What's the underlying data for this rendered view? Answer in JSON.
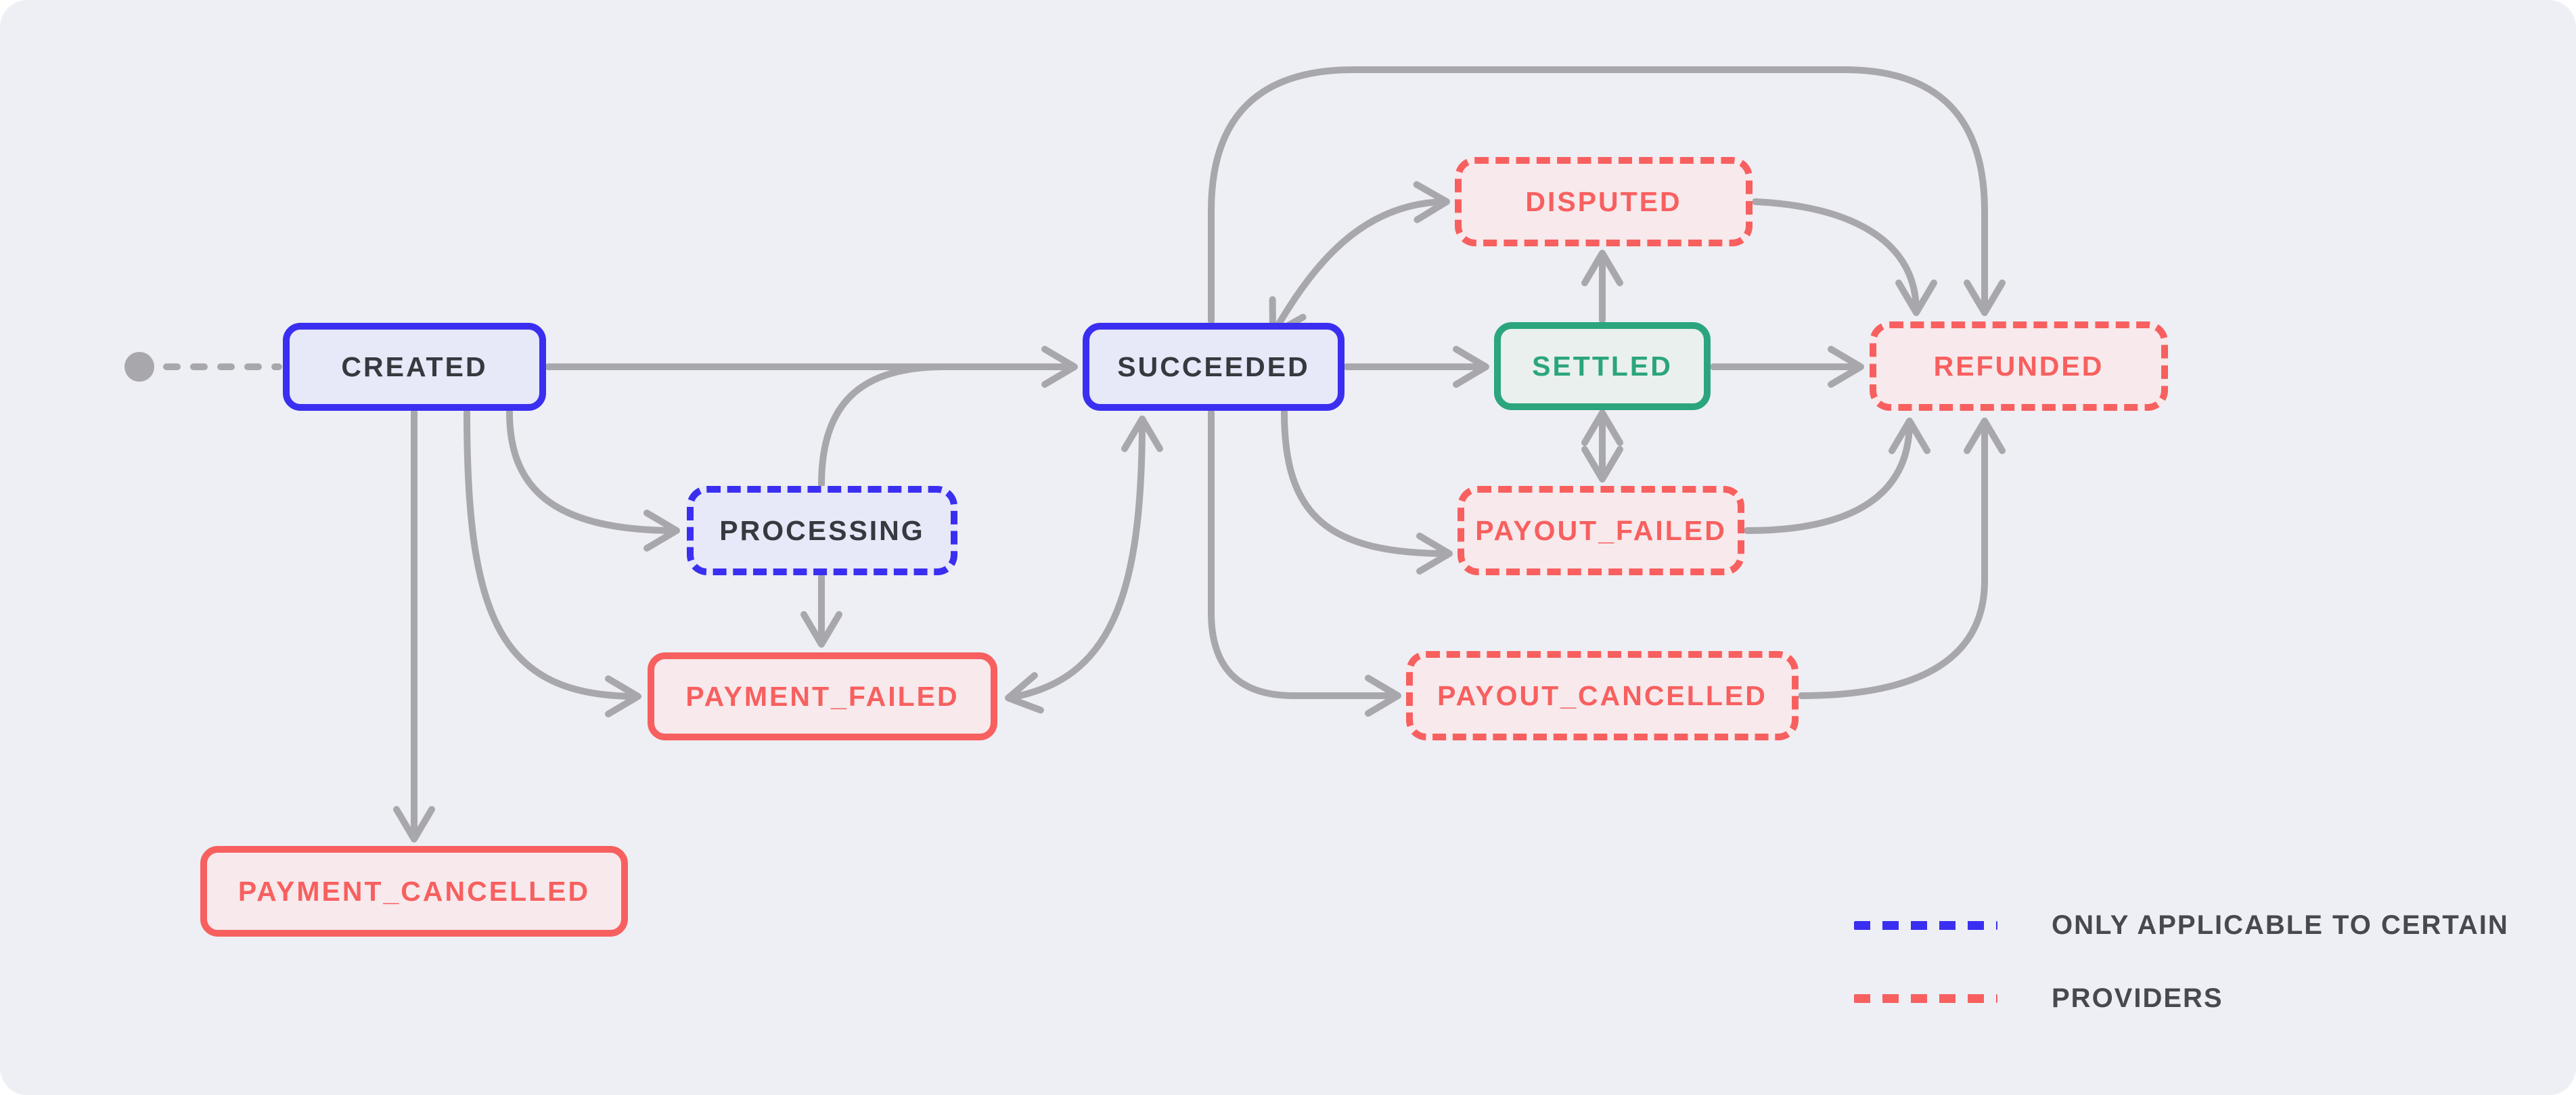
{
  "diagram": {
    "type": "state-machine",
    "background": "#edeff4",
    "edge_color": "#a8a8ac"
  },
  "nodes": {
    "created": {
      "label": "CREATED",
      "variant": "solid-blue"
    },
    "processing": {
      "label": "PROCESSING",
      "variant": "dashed-blue"
    },
    "payment_failed": {
      "label": "PAYMENT_FAILED",
      "variant": "solid-red"
    },
    "payment_cancelled": {
      "label": "PAYMENT_CANCELLED",
      "variant": "solid-red"
    },
    "succeeded": {
      "label": "SUCCEEDED",
      "variant": "solid-blue"
    },
    "settled": {
      "label": "SETTLED",
      "variant": "solid-green"
    },
    "disputed": {
      "label": "DISPUTED",
      "variant": "dashed-red"
    },
    "payout_failed": {
      "label": "PAYOUT_FAILED",
      "variant": "dashed-red"
    },
    "payout_cancelled": {
      "label": "PAYOUT_CANCELLED",
      "variant": "dashed-red"
    },
    "refunded": {
      "label": "REFUNDED",
      "variant": "dashed-red"
    }
  },
  "edges": [
    {
      "from": "start-dot",
      "to": "created",
      "style": "dotted"
    },
    {
      "from": "created",
      "to": "succeeded"
    },
    {
      "from": "created",
      "to": "processing"
    },
    {
      "from": "created",
      "to": "payment_failed"
    },
    {
      "from": "created",
      "to": "payment_cancelled"
    },
    {
      "from": "processing",
      "to": "succeeded"
    },
    {
      "from": "processing",
      "to": "payment_failed"
    },
    {
      "from": "succeeded",
      "to": "payment_failed",
      "bidirectional": true
    },
    {
      "from": "succeeded",
      "to": "settled"
    },
    {
      "from": "succeeded",
      "to": "disputed",
      "bidirectional": true
    },
    {
      "from": "succeeded",
      "to": "refunded"
    },
    {
      "from": "succeeded",
      "to": "payout_failed"
    },
    {
      "from": "succeeded",
      "to": "payout_cancelled"
    },
    {
      "from": "settled",
      "to": "disputed"
    },
    {
      "from": "settled",
      "to": "payout_failed",
      "bidirectional": true
    },
    {
      "from": "settled",
      "to": "refunded"
    },
    {
      "from": "disputed",
      "to": "refunded"
    },
    {
      "from": "payout_failed",
      "to": "refunded"
    },
    {
      "from": "payout_cancelled",
      "to": "refunded"
    }
  ],
  "legend": {
    "items": [
      {
        "style": "dashed-blue",
        "label": "ONLY APPLICABLE TO CERTAIN"
      },
      {
        "style": "dashed-red",
        "label": "PROVIDERS"
      }
    ]
  },
  "colors": {
    "blue": "#3a2ff0",
    "blue_fill": "#e7e8f8",
    "red": "#f7605f",
    "red_fill": "#f7e9ec",
    "green": "#2ba57e",
    "green_fill": "#e9f0ed",
    "gray": "#a8a8ac",
    "dark_text": "#36393e",
    "legend_text": "#46494e"
  }
}
